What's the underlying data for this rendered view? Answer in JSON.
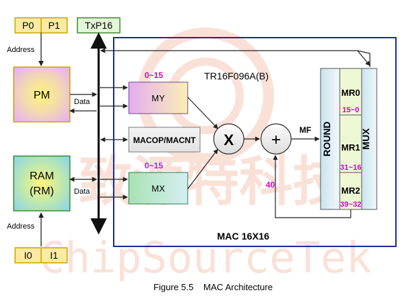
{
  "watermark": {
    "line1": "致源特科技",
    "line2": "ChipSourceTek",
    "logo": "circle-logo"
  },
  "chip_label": "TR16F096A(B)",
  "pointers_top": [
    "P0",
    "P1"
  ],
  "pointers_bottom": [
    "I0",
    "I1"
  ],
  "txp": "TxP16",
  "address_label": "Address",
  "data_label": "Data",
  "pm": "PM",
  "ram": {
    "line1": "RAM",
    "line2": "(RM)"
  },
  "my": {
    "range": "0~15",
    "label": "MY"
  },
  "mx": {
    "range": "0~15",
    "label": "MX"
  },
  "macop": "MACOP/MACNT",
  "multiply": "X",
  "add": "+",
  "mf": "MF",
  "feedback": "40",
  "round": "ROUND",
  "mux": "MUX",
  "mr0": {
    "label": "MR0",
    "range": "15~0"
  },
  "mr1": {
    "label": "MR1",
    "range": "31~16"
  },
  "mr2": {
    "label": "MR2",
    "range": "39~32"
  },
  "mac_title": "MAC 16X16",
  "caption": "Figure 5.5    MAC Architecture",
  "colors": {
    "frame": "#1a2b9a",
    "magenta": "#d400d4",
    "pointer_fill": "#fbe9a4",
    "txp_fill": "#e3f7d8",
    "watermark": "#f7c9b8"
  }
}
